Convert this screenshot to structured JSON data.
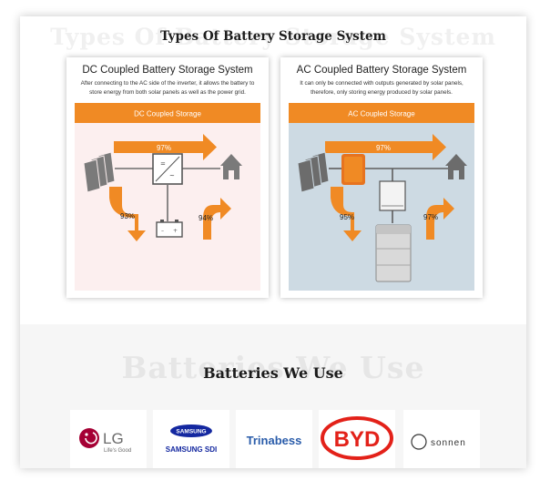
{
  "storage_section": {
    "watermark": "Types Of Battery Storage System",
    "title": "Types Of Battery Storage System",
    "cards": [
      {
        "title": "DC Coupled Battery Storage System",
        "description": "After connecting to the AC side of the inverter, it allows the battery to store energy from both solar panels as well as the power grid.",
        "diagram_label": "DC Coupled Storage",
        "top_flow": "97%",
        "left_flow": "93%",
        "right_flow": "94%"
      },
      {
        "title": "AC Coupled Battery Storage System",
        "description": "It can only be connected with outputs generated by solar panels, therefore, only storing energy produced by solar panels.",
        "diagram_label": "AC Coupled Storage",
        "top_flow": "97%",
        "left_flow": "95%",
        "right_flow": "97%"
      }
    ]
  },
  "batteries_section": {
    "watermark": "Batteries We Use",
    "title": "Batteries We Use",
    "logos": [
      {
        "brand": "LG",
        "tagline": "Life's Good"
      },
      {
        "brand": "SAMSUNG",
        "tagline": "SAMSUNG SDI"
      },
      {
        "brand": "Trinabess"
      },
      {
        "brand": "BYD"
      },
      {
        "brand": "sonnen"
      }
    ]
  },
  "colors": {
    "accent_orange": "#f08a24",
    "dc_background": "#fcefef",
    "ac_background": "#cddae3",
    "lg_red": "#a50034",
    "samsung_blue": "#1428a0",
    "byd_red": "#e32119",
    "trina_blue": "#2a5caa"
  },
  "icons": [
    "solar-panel-icon",
    "inverter-icon",
    "house-icon",
    "battery-icon",
    "flow-arrow-icon"
  ]
}
